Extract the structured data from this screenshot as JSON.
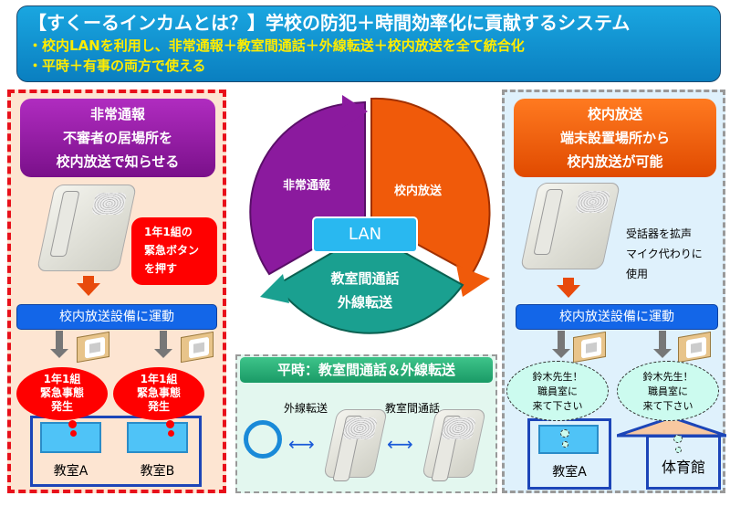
{
  "header": {
    "title": "【すくーるインカムとは？】学校の防犯＋時間効率化に貢献するシステム",
    "bullet1": "・校内LANを利用し、非常通報＋教室間通話＋外線転送＋校内放送を全て統合化",
    "bullet2": "・平時＋有事の両方で使える"
  },
  "left": {
    "title_lines": [
      "非常通報",
      "不審者の居場所を",
      "校内放送で知らせる"
    ],
    "callout_lines": [
      "1年1組の",
      "緊急ボタン",
      "を押す"
    ],
    "bar": "校内放送設備に運動",
    "clouds": [
      [
        "1年1組",
        "緊急事態",
        "発生"
      ],
      [
        "1年1組",
        "緊急事態",
        "発生"
      ]
    ],
    "rooms": [
      "教室A",
      "教室B"
    ]
  },
  "center": {
    "seg_emergency": "非常通報",
    "seg_broadcast": "校内放送",
    "hub": "LAN",
    "seg_bottom_lines": [
      "教室間通話",
      "外線転送"
    ]
  },
  "bottom": {
    "title": "平時：教室間通話＆外線転送",
    "label_outside": "外線転送",
    "label_classroom": "教室間通話"
  },
  "right": {
    "title_lines": [
      "校内放送",
      "端末設置場所から",
      "校内放送が可能"
    ],
    "note_lines": [
      "受話器を拡声",
      "マイク代わりに",
      "使用"
    ],
    "bar": "校内放送設備に運動",
    "clouds": [
      [
        "鈴木先生！",
        "職員室に",
        "来て下さい"
      ],
      [
        "鈴木先生！",
        "職員室に",
        "来て下さい"
      ]
    ],
    "rooms": [
      "教室A",
      "体育館"
    ]
  },
  "colors": {
    "emergency": "#8b1a9e",
    "broadcast": "#f05a0a",
    "lan": "#1aa090",
    "bar": "#1366e8"
  }
}
